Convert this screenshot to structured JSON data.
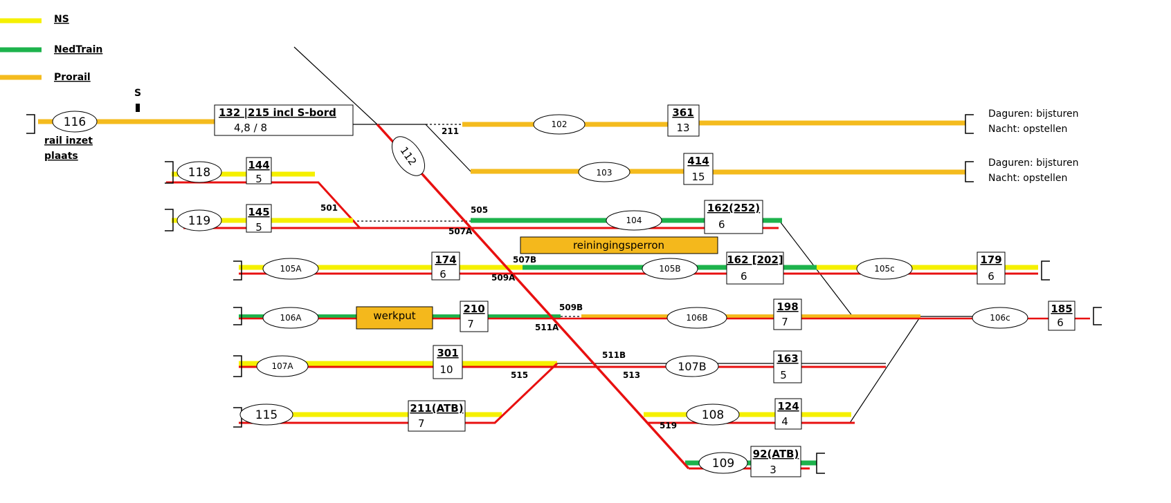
{
  "colors": {
    "ns": "#f5f000",
    "nedtrain": "#1db34c",
    "prorail": "#f4bb1e",
    "route": "#e81010",
    "thin": "#000000",
    "orangebox": "#f4b81c"
  },
  "legend": [
    {
      "label": "NS",
      "color_key": "ns"
    },
    {
      "label": "NedTrain",
      "color_key": "nedtrain"
    },
    {
      "label": "Prorail",
      "color_key": "prorail"
    }
  ],
  "signal_label": "S",
  "tracks": [
    {
      "name": "116",
      "box_top": "132 |215 incl S-bord",
      "box_bottom": "4,8 / 8"
    },
    {
      "name": "102",
      "box_top": "361",
      "box_bottom": "13",
      "note1": "Daguren: bijsturen",
      "note2": "Nacht: opstellen"
    },
    {
      "name": "103",
      "box_top": "414",
      "box_bottom": "15",
      "note1": "Daguren: bijsturen",
      "note2": "Nacht: opstellen"
    },
    {
      "name": "118",
      "box_top": "144",
      "box_bottom": "5"
    },
    {
      "name": "119",
      "box_top": "145",
      "box_bottom": "5"
    },
    {
      "name": "104",
      "box_top": "162(252)",
      "box_bottom": "6"
    },
    {
      "name": "105A",
      "box_top": "174",
      "box_bottom": "6"
    },
    {
      "name": "105B",
      "box_top": "162 [202]",
      "box_bottom": "6"
    },
    {
      "name": "105c",
      "box_top": "179",
      "box_bottom": "6"
    },
    {
      "name": "106A",
      "box_top": "210",
      "box_bottom": "7"
    },
    {
      "name": "106B",
      "box_top": "198",
      "box_bottom": "7"
    },
    {
      "name": "106c",
      "box_top": "185",
      "box_bottom": "6"
    },
    {
      "name": "107A",
      "box_top": "301",
      "box_bottom": "10"
    },
    {
      "name": "107B",
      "box_top": "163",
      "box_bottom": "5"
    },
    {
      "name": "115",
      "box_top": "211(ATB)",
      "box_bottom": "7"
    },
    {
      "name": "108",
      "box_top": "124",
      "box_bottom": "4"
    },
    {
      "name": "109",
      "box_top": "92(ATB)",
      "box_bottom": "3"
    },
    {
      "name": "112"
    }
  ],
  "rail_label_1": "rail inzet",
  "rail_label_2": "plaats",
  "areas": {
    "reiniging": "reiningingsperron",
    "werkput": "werkput"
  },
  "switches": [
    "211",
    "501",
    "505",
    "507A",
    "507B",
    "509A",
    "509B",
    "511A",
    "511B",
    "513",
    "515",
    "519"
  ]
}
